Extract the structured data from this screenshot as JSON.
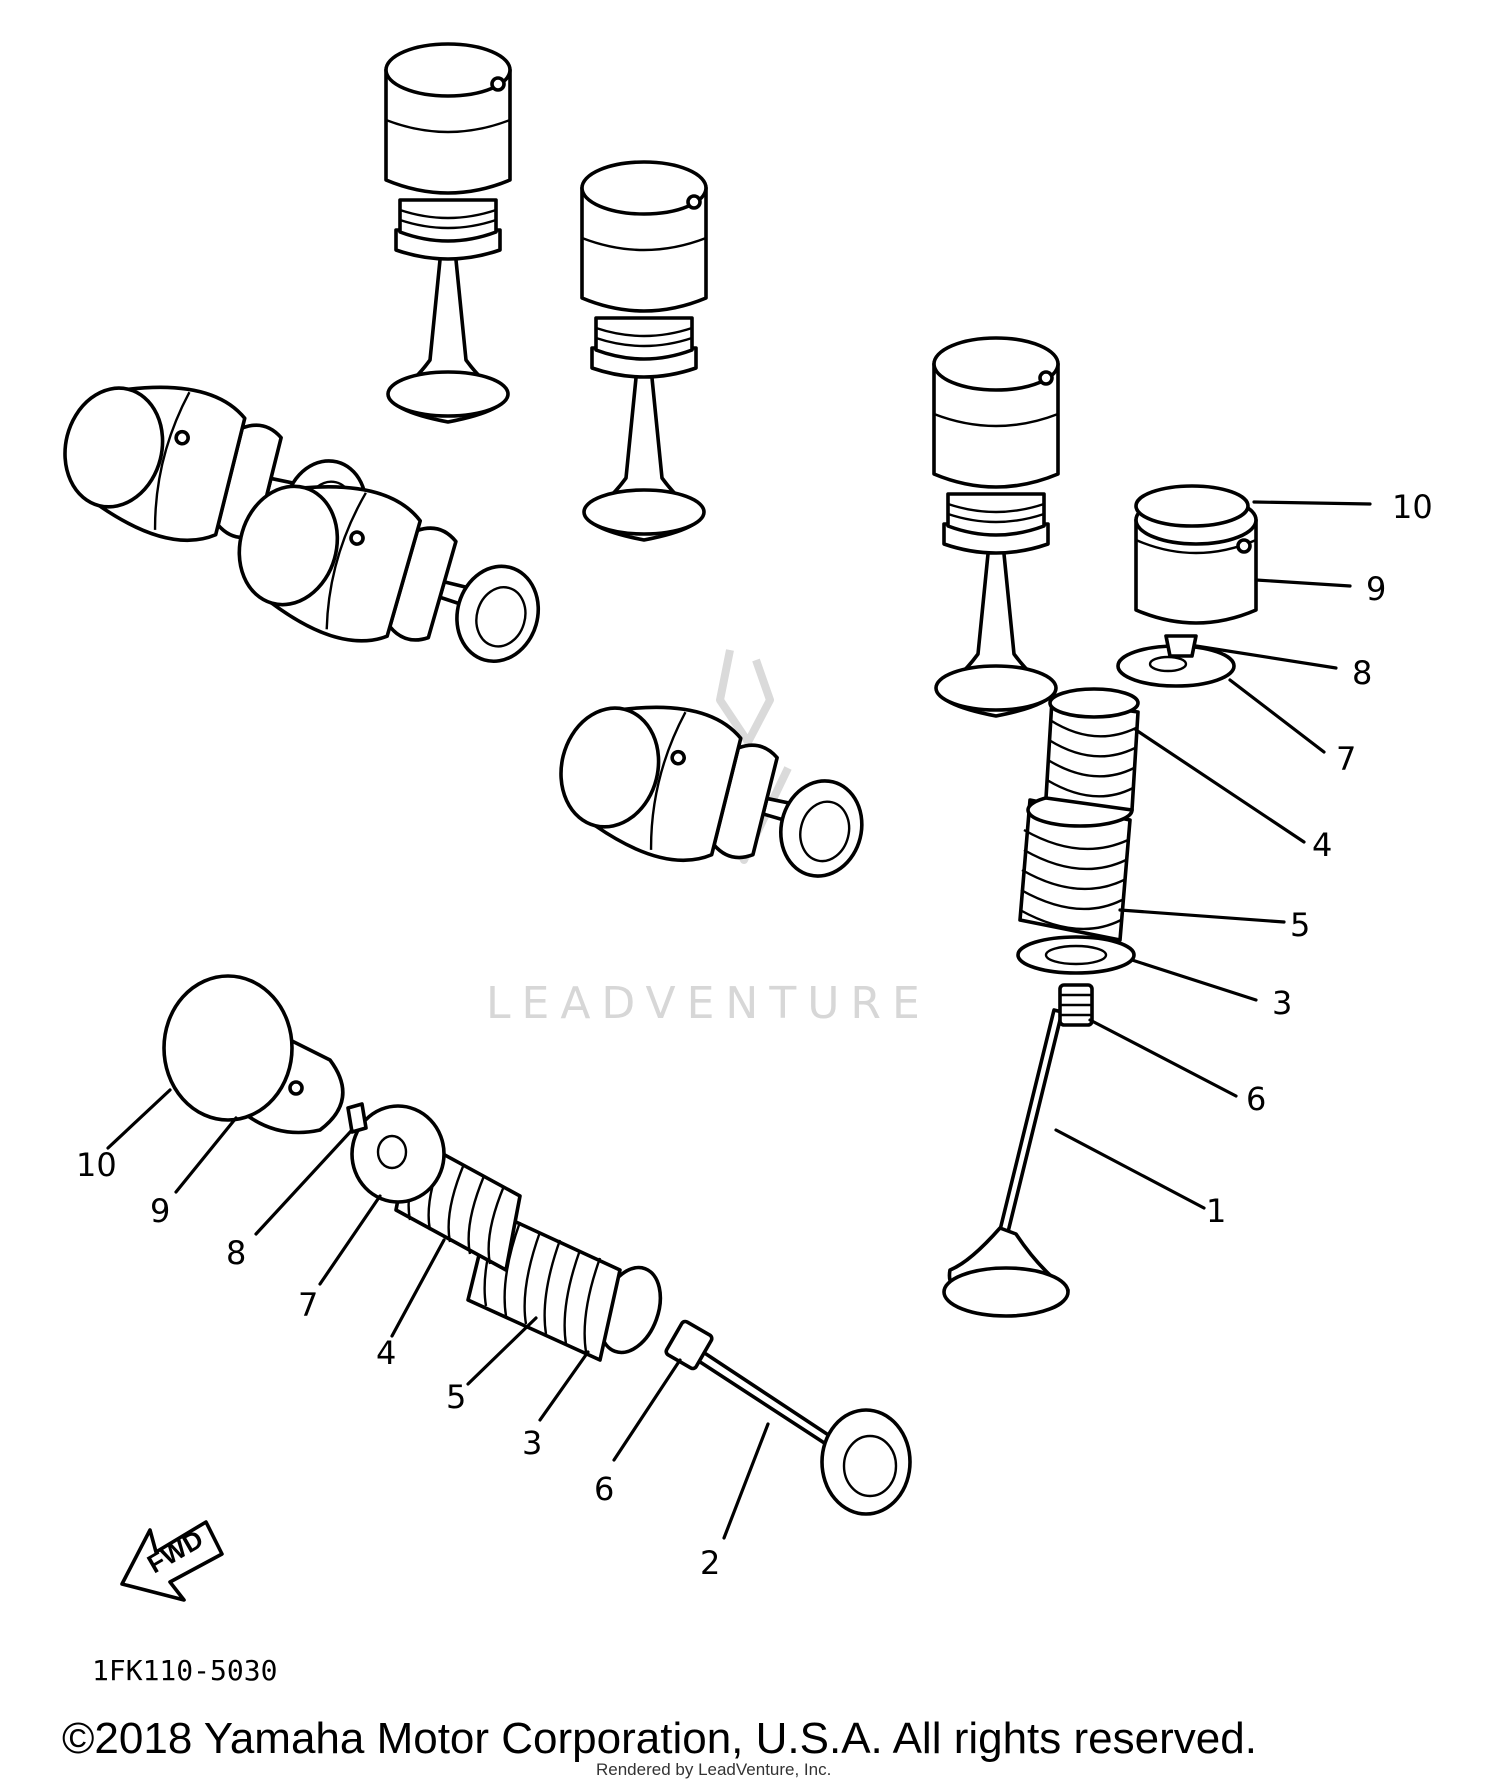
{
  "diagram": {
    "callouts_bottom_left": [
      "10",
      "9",
      "8",
      "7",
      "4",
      "5",
      "3",
      "6",
      "2"
    ],
    "callouts_right": [
      "10",
      "9",
      "8",
      "7",
      "4",
      "5",
      "3",
      "6",
      "1"
    ],
    "fwd_label": "FWD",
    "diagram_code": "1FK110-5030"
  },
  "watermark": {
    "text": "LEADVENTURE"
  },
  "footer": {
    "copyright": "©2018 Yamaha Motor Corporation, U.S.A. All rights reserved.",
    "rendered_by": "Rendered by LeadVenture, Inc."
  }
}
